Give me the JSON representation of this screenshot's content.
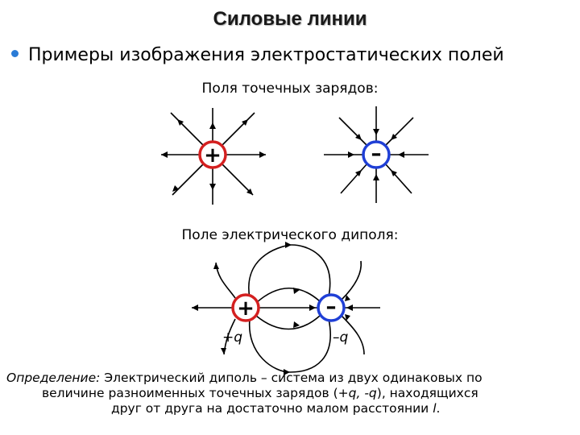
{
  "title": "Силовые линии",
  "bullet": "Примеры изображения электростатических полей",
  "point_charges_caption": "Поля точечных зарядов:",
  "dipole_caption": "Поле электрического диполя:",
  "charges": {
    "positive_sign": "+",
    "negative_sign": "–",
    "positive_label": "+q",
    "negative_label": "–q"
  },
  "colors": {
    "positive": "#d42020",
    "negative": "#1f3fd6",
    "bullet": "#2a7bd6"
  },
  "definition": {
    "label": "Определение:",
    "line1_rest": " Электрический диполь – система из двух одинаковых по",
    "line2_a": "величине разноименных точечных зарядов (",
    "line2_q1": "+q, -q",
    "line2_b": "), находящихся",
    "line3_a": "друг от друга на достаточно малом расстоянии ",
    "line3_l": "l",
    "line3_b": "."
  }
}
